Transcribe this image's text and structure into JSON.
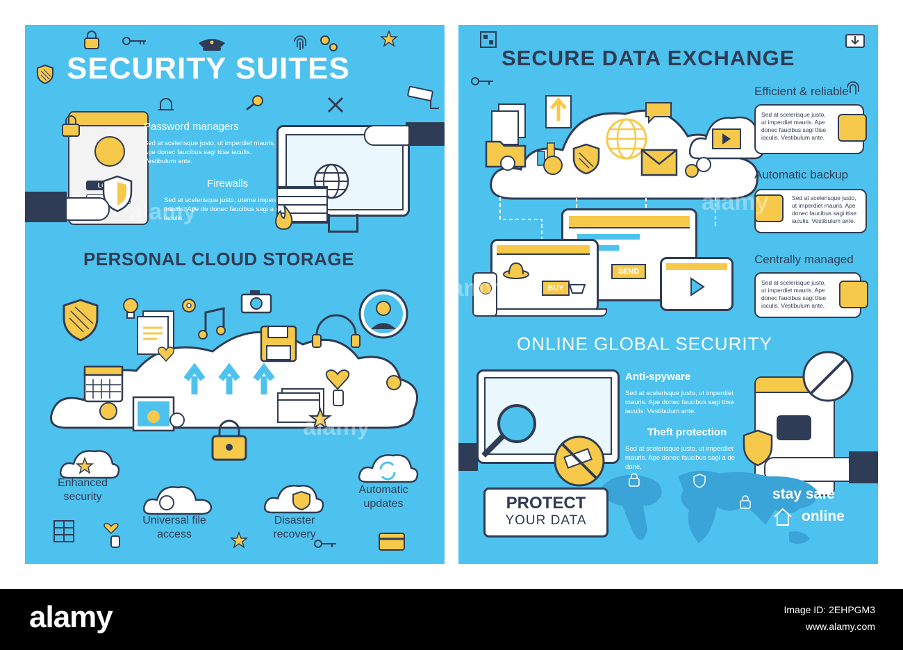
{
  "left": {
    "title": "SECURITY SUITES",
    "password_managers": "Password managers",
    "pm_text": "Sed at scelerisque justo, ut imperdiet mauris. Ape donec faucibus sagi ttise iaculis. Vestibulum ante.",
    "firewalls": "Firewalls",
    "fw_text": "Sed at scelerisque justo, uteme imperdiet mauris. Ape de donec faucibus sagi a me ttise iaculis.",
    "login_label": "LOGIN",
    "personal_cloud": "PERSONAL CLOUD STORAGE",
    "enhanced_security": "Enhanced security",
    "universal_access": "Universal file access",
    "disaster_recovery": "Disaster recovery",
    "auto_updates": "Automatic updates"
  },
  "right": {
    "title": "SECURE DATA EXCHANGE",
    "efficient": "Efficient & reliable",
    "efficient_text": "Sed at scelerisque justo, ut imperdiet mauris. Ape donec faucibus sagi ttise iaculis. Vestibulum ante.",
    "backup": "Automatic backup",
    "backup_text": "Sed at scelerisque justo, ut imperdiet mauris. Ape donec faucibus sagi ttise iaculis. Vestibulum ante.",
    "central": "Centrally managed",
    "central_text": "Sed at scelerisque justo, ut imperdiet mauris. Ape donec faucibus sagi ttise iaculis. Vestibulum ante.",
    "buy_label": "BUY",
    "send_label": "SEND",
    "online_global": "ONLINE GLOBAL SECURITY",
    "anti_spyware": "Anti-spyware",
    "anti_text": "Sed at scelerisque justo, ut imperdiet mauris. Ape donec faucibus sagi ttise iaculis. Vestibulum ante.",
    "theft": "Theft protection",
    "theft_text": "Sed at scelerisque justo, ut imperdiet mauris. Ape donec faucibus sagi a de done.",
    "protect_line1": "PROTECT",
    "protect_line2": "YOUR DATA",
    "stay_safe": "stay safe",
    "online": "online"
  },
  "watermark": "alamy",
  "footer": {
    "brand": "alamy",
    "image_id": "Image ID: 2EHPGM3",
    "site": "www.alamy.com"
  },
  "colors": {
    "panel_blue": "#4ec2ee",
    "accent_yellow": "#f7c94a",
    "outline_navy": "#2f3c55",
    "footer_black": "#000000"
  }
}
